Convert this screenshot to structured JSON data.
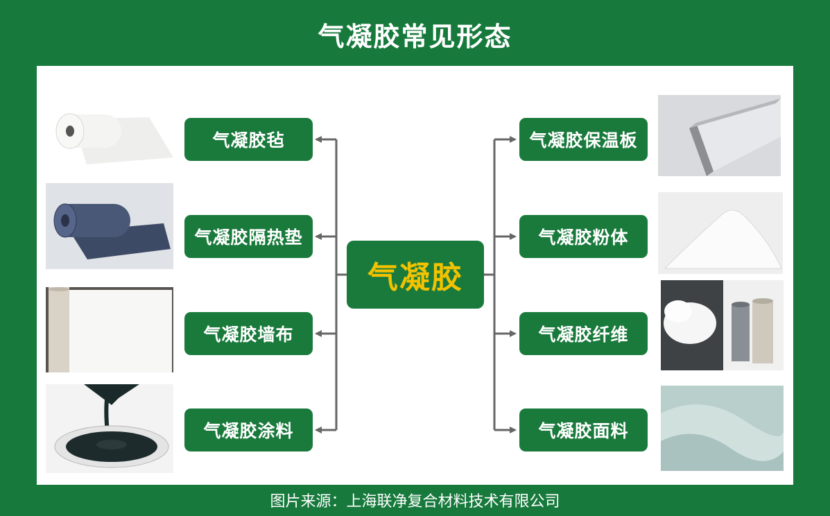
{
  "title": "气凝胶常见形态",
  "center_label": "气凝胶",
  "left_items": [
    {
      "label": "气凝胶毡",
      "image": "white-felt-roll"
    },
    {
      "label": "气凝胶隔热垫",
      "image": "dark-blue-pad-roll"
    },
    {
      "label": "气凝胶墙布",
      "image": "white-wall-cloth-roll"
    },
    {
      "label": "气凝胶涂料",
      "image": "black-coating-pour"
    }
  ],
  "right_items": [
    {
      "label": "气凝胶保温板",
      "image": "grey-insulation-board"
    },
    {
      "label": "气凝胶粉体",
      "image": "white-powder-pile"
    },
    {
      "label": "气凝胶纤维",
      "image": "white-fiber-and-yarn-spools"
    },
    {
      "label": "气凝胶面料",
      "image": "light-green-fabric"
    }
  ],
  "footer": "图片来源：上海联净复合材料技术有限公司",
  "colors": {
    "green": "#177a3c",
    "yellow": "#f2c200",
    "connector": "#666666"
  }
}
